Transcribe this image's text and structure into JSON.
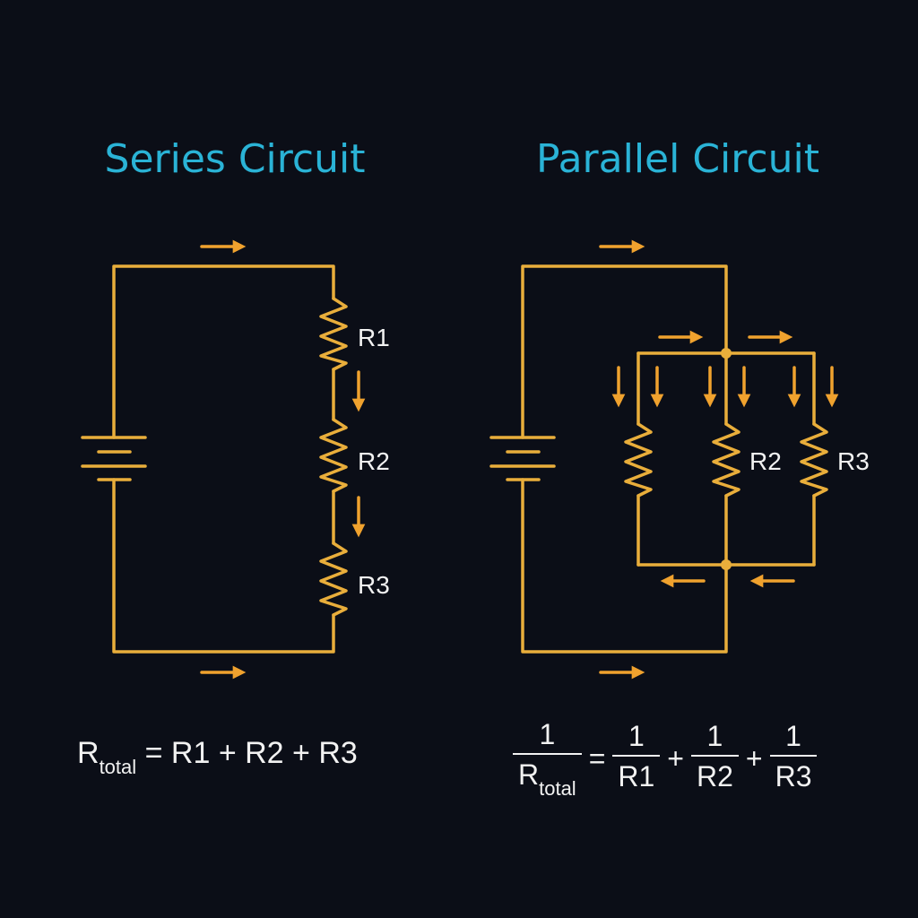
{
  "series": {
    "title": "Series Circuit",
    "labels": {
      "r1": "R1",
      "r2": "R2",
      "r3": "R3"
    },
    "formula": {
      "lhs": "R",
      "lhs_sub": "total",
      "rhs": "= R1 + R2 + R3"
    }
  },
  "parallel": {
    "title": "Parallel Circuit",
    "labels": {
      "r2": "R2",
      "r3": "R3"
    },
    "formula": {
      "num": "1",
      "lhs_den": "R",
      "lhs_sub": "total",
      "eq": "=",
      "plus": "+",
      "r1": "R1",
      "r2": "R2",
      "r3": "R3"
    }
  },
  "colors": {
    "background": "#0b0e17",
    "title": "#2ab3d6",
    "wire": "#e9ae3b",
    "arrow": "#f0a22e",
    "text": "#f2f2f2"
  }
}
